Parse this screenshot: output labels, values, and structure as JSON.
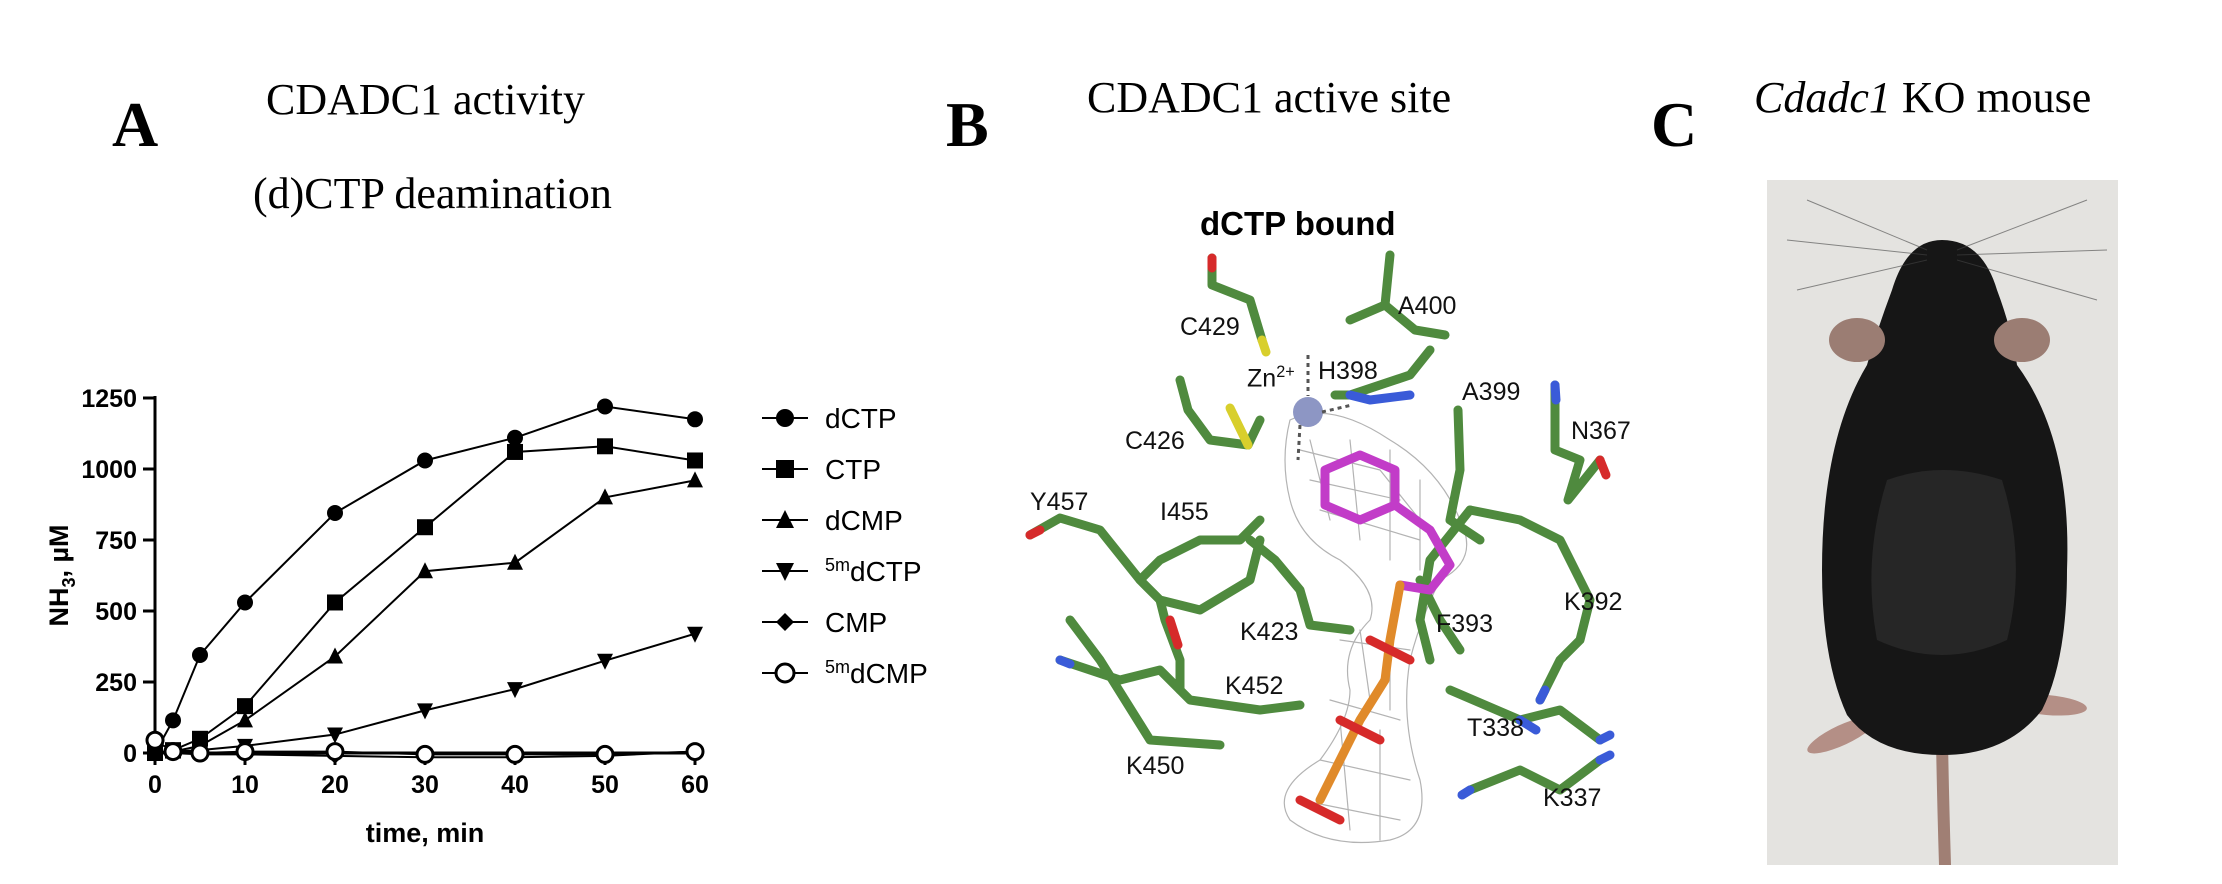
{
  "panel_a": {
    "letter": "A",
    "title_line1": "CDADC1 activity",
    "title_line2": "(d)CTP deamination"
  },
  "panel_b": {
    "letter": "B",
    "title": "CDADC1 active site",
    "structure_title": "dCTP bound",
    "labels": {
      "c429": "C429",
      "a400": "A400",
      "zn": "Zn",
      "zn_charge": "2+",
      "h398": "H398",
      "a399": "A399",
      "c426": "C426",
      "n367": "N367",
      "y457": "Y457",
      "i455": "I455",
      "k392": "K392",
      "k423": "K423",
      "f393": "F393",
      "k452": "K452",
      "t338": "T338",
      "k450": "K450",
      "k337": "K337"
    }
  },
  "panel_c": {
    "letter": "C",
    "title_italic": "Cdadc1",
    "title_rest": " KO mouse"
  },
  "chart_data": {
    "type": "line",
    "xlabel": "time, min",
    "ylabel": "NH3, µM",
    "ylabel_main": "NH",
    "ylabel_sub": "3",
    "ylabel_rest": ", µM",
    "xlim": [
      0,
      60
    ],
    "ylim": [
      0,
      1250
    ],
    "xticks": [
      0,
      10,
      20,
      30,
      40,
      50,
      60
    ],
    "yticks": [
      0,
      250,
      500,
      750,
      1000,
      1250
    ],
    "legend_position": "right",
    "series": [
      {
        "name": "dCTP",
        "sup": "",
        "marker": "circle",
        "x": [
          0,
          2,
          5,
          10,
          20,
          30,
          40,
          50,
          60
        ],
        "y": [
          0,
          115,
          345,
          530,
          845,
          1030,
          1110,
          1220,
          1175
        ]
      },
      {
        "name": "CTP",
        "sup": "",
        "marker": "square",
        "x": [
          0,
          2,
          5,
          10,
          20,
          30,
          40,
          50,
          60
        ],
        "y": [
          0,
          10,
          50,
          165,
          530,
          795,
          1060,
          1080,
          1030
        ]
      },
      {
        "name": "dCMP",
        "sup": "",
        "marker": "triangle-up",
        "x": [
          0,
          2,
          5,
          10,
          20,
          30,
          40,
          50,
          60
        ],
        "y": [
          0,
          5,
          25,
          115,
          340,
          640,
          670,
          900,
          960
        ]
      },
      {
        "name": "dCTP",
        "sup": "5m",
        "marker": "triangle-down",
        "x": [
          0,
          2,
          5,
          10,
          20,
          30,
          40,
          50,
          60
        ],
        "y": [
          0,
          5,
          10,
          25,
          65,
          150,
          225,
          325,
          420
        ]
      },
      {
        "name": "CMP",
        "sup": "",
        "marker": "diamond",
        "x": [
          0,
          2,
          5,
          10,
          20,
          30,
          40,
          50,
          60
        ],
        "y": [
          0,
          0,
          -5,
          -5,
          -10,
          -15,
          -15,
          -10,
          5
        ]
      },
      {
        "name": "dCMP",
        "sup": "5m",
        "marker": "open-circle",
        "x": [
          0,
          2,
          5,
          10,
          20,
          30,
          40,
          50,
          60
        ],
        "y": [
          45,
          5,
          0,
          5,
          5,
          -5,
          -5,
          -5,
          5
        ]
      }
    ]
  }
}
